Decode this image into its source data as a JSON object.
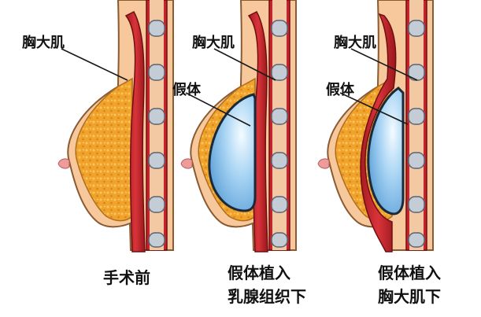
{
  "labels": {
    "pectoralis": "胸大肌",
    "implant": "假体"
  },
  "captions": {
    "panel_1": [
      "手术前"
    ],
    "panel_2": [
      "假体植入",
      "乳腺组织下"
    ],
    "panel_3": [
      "假体植入",
      "胸大肌下"
    ]
  },
  "colors": {
    "skin": "#f7c89b",
    "skin_outline": "#8a5a32",
    "breast_tissue": "#f0a22a",
    "muscle_red": "#c8232c",
    "muscle_dark": "#8e1518",
    "rib_cap": "#c4ccd6",
    "implant_blue": "#8fc4ee",
    "nipple": "#ee9b9b"
  }
}
